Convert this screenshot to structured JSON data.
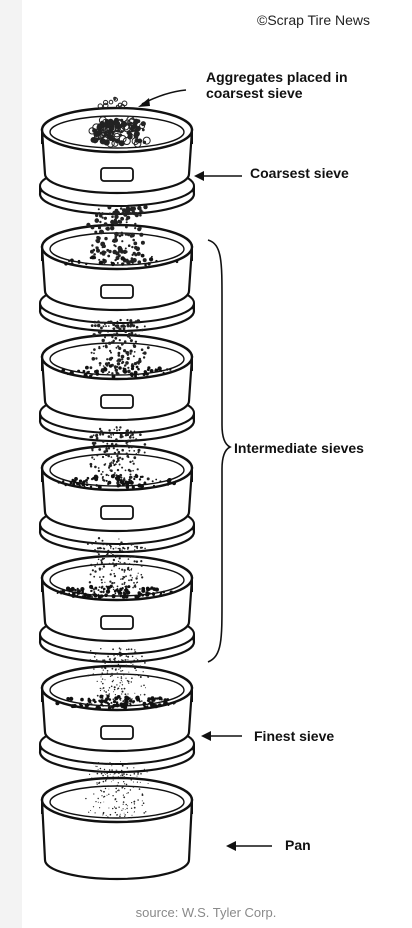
{
  "copyright": "©Scrap Tire News",
  "labels": {
    "aggregates_line1": "Aggregates placed in",
    "aggregates_line2": "coarsest sieve",
    "coarsest": "Coarsest sieve",
    "intermediate": "Intermediate sieves",
    "finest": "Finest sieve",
    "pan": "Pan"
  },
  "source": "source: W.S. Tyler Corp.",
  "sieves": [
    {
      "type": "coarsest",
      "particle": "coarse"
    },
    {
      "type": "intermediate",
      "particle": "medium-coarse"
    },
    {
      "type": "intermediate",
      "particle": "medium"
    },
    {
      "type": "intermediate",
      "particle": "medium-fine"
    },
    {
      "type": "intermediate",
      "particle": "fine"
    },
    {
      "type": "finest",
      "particle": "very-fine"
    },
    {
      "type": "pan",
      "particle": "dust"
    }
  ]
}
